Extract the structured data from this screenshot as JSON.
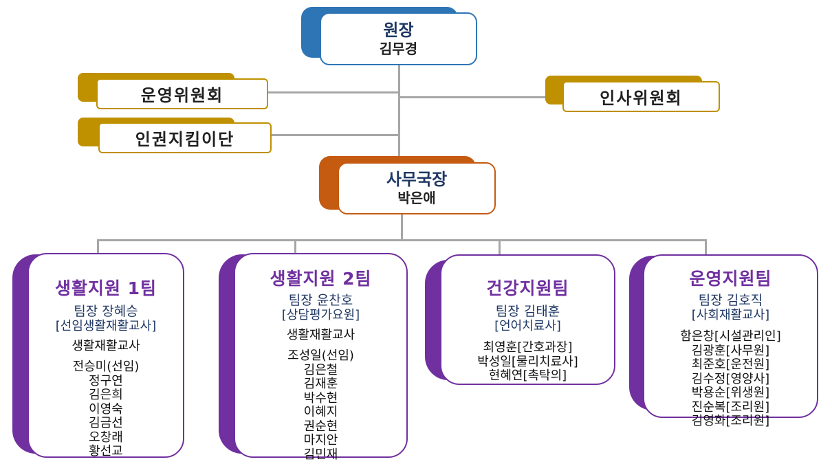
{
  "director": {
    "title": "원장",
    "name": "김무경"
  },
  "committees": {
    "operations": "운영위원회",
    "human_rights": "인권지킴이단",
    "personnel": "인사위원회"
  },
  "secretary": {
    "title": "사무국장",
    "name": "박은애"
  },
  "teams": [
    {
      "title": "생활지원 1팀",
      "leader": "팀장 장혜승",
      "leader_role": "[선임생활재활교사]",
      "role_label": "생활재활교사",
      "members": [
        "전승미(선임)",
        "정구연",
        "김은희",
        "이영숙",
        "김금선",
        "오창래",
        "황선교"
      ]
    },
    {
      "title": "생활지원 2팀",
      "leader": "팀장 윤찬호",
      "leader_role": "[상담평가요원]",
      "role_label": "생활재활교사",
      "members": [
        "조성일(선임)",
        "김은철",
        "김재훈",
        "박수현",
        "이혜지",
        "권순현",
        "마지안",
        "김민재"
      ]
    },
    {
      "title": "건강지원팀",
      "leader": "팀장 김태훈",
      "leader_role": "[언어치료사]",
      "members": [
        "최영훈[간호과장]",
        "박성일[물리치료사]",
        "현혜연[촉탁의]"
      ]
    },
    {
      "title": "운영지원팀",
      "leader": "팀장 김호직",
      "leader_role": "[사회재활교사]",
      "members": [
        "함은창[시설관리인]",
        "김광훈[사무원]",
        "최준호[운전원]",
        "김수정[영양사]",
        "박용순[위생원]",
        "진순복[조리원]",
        "김영화[조리원]"
      ]
    }
  ]
}
